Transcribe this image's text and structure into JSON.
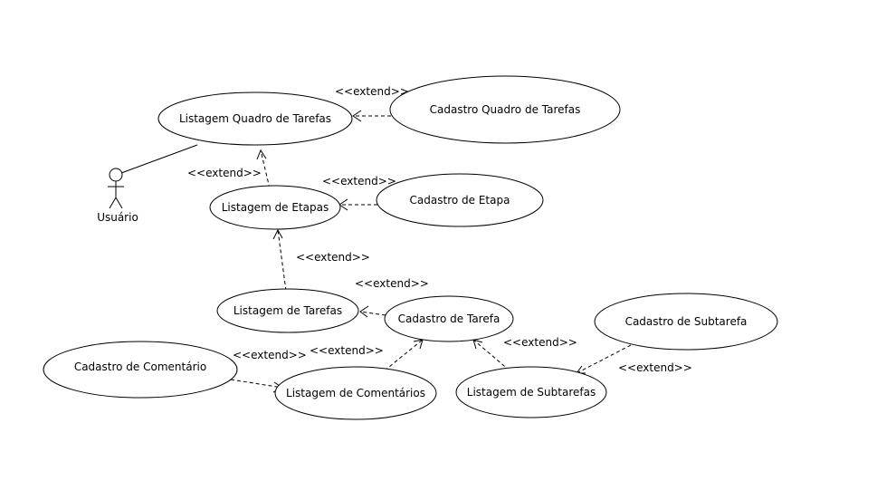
{
  "actor": {
    "name": "Usuário"
  },
  "use_cases": {
    "listagem_quadro": "Listagem Quadro de Tarefas",
    "cadastro_quadro": "Cadastro Quadro de Tarefas",
    "listagem_etapas": "Listagem de Etapas",
    "cadastro_etapa": "Cadastro de Etapa",
    "listagem_tarefas": "Listagem de Tarefas",
    "cadastro_tarefa": "Cadastro de Tarefa",
    "cadastro_subtarefa": "Cadastro de Subtarefa",
    "cadastro_comentario": "Cadastro de Comentário",
    "listagem_comentarios": "Listagem de Comentários",
    "listagem_subtarefas": "Listagem de Subtarefas"
  },
  "stereotypes": {
    "extend": "<<extend>>"
  }
}
